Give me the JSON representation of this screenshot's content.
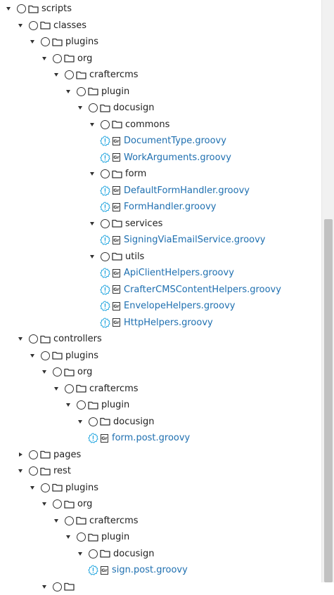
{
  "tree": [
    {
      "level": 0,
      "kind": "folder",
      "label": "scripts",
      "state": "expanded"
    },
    {
      "level": 1,
      "kind": "folder",
      "label": "classes",
      "state": "expanded"
    },
    {
      "level": 2,
      "kind": "folder",
      "label": "plugins",
      "state": "expanded"
    },
    {
      "level": 3,
      "kind": "folder",
      "label": "org",
      "state": "expanded"
    },
    {
      "level": 4,
      "kind": "folder",
      "label": "craftercms",
      "state": "expanded"
    },
    {
      "level": 5,
      "kind": "folder",
      "label": "plugin",
      "state": "expanded"
    },
    {
      "level": 6,
      "kind": "folder",
      "label": "docusign",
      "state": "expanded"
    },
    {
      "level": 7,
      "kind": "folder",
      "label": "commons",
      "state": "expanded"
    },
    {
      "level": 8,
      "kind": "file",
      "label": "DocumentType.groovy",
      "badge": "Gr"
    },
    {
      "level": 8,
      "kind": "file",
      "label": "WorkArguments.groovy",
      "badge": "Gr"
    },
    {
      "level": 7,
      "kind": "folder",
      "label": "form",
      "state": "expanded"
    },
    {
      "level": 8,
      "kind": "file",
      "label": "DefaultFormHandler.groovy",
      "badge": "Gr"
    },
    {
      "level": 8,
      "kind": "file",
      "label": "FormHandler.groovy",
      "badge": "Gr"
    },
    {
      "level": 7,
      "kind": "folder",
      "label": "services",
      "state": "expanded"
    },
    {
      "level": 8,
      "kind": "file",
      "label": "SigningViaEmailService.groovy",
      "badge": "Gr"
    },
    {
      "level": 7,
      "kind": "folder",
      "label": "utils",
      "state": "expanded"
    },
    {
      "level": 8,
      "kind": "file",
      "label": "ApiClientHelpers.groovy",
      "badge": "Gr"
    },
    {
      "level": 8,
      "kind": "file",
      "label": "CrafterCMSContentHelpers.groovy",
      "badge": "Gr"
    },
    {
      "level": 8,
      "kind": "file",
      "label": "EnvelopeHelpers.groovy",
      "badge": "Gr"
    },
    {
      "level": 8,
      "kind": "file",
      "label": "HttpHelpers.groovy",
      "badge": "Gr"
    },
    {
      "level": 1,
      "kind": "folder",
      "label": "controllers",
      "state": "expanded"
    },
    {
      "level": 2,
      "kind": "folder",
      "label": "plugins",
      "state": "expanded"
    },
    {
      "level": 3,
      "kind": "folder",
      "label": "org",
      "state": "expanded"
    },
    {
      "level": 4,
      "kind": "folder",
      "label": "craftercms",
      "state": "expanded"
    },
    {
      "level": 5,
      "kind": "folder",
      "label": "plugin",
      "state": "expanded"
    },
    {
      "level": 6,
      "kind": "folder",
      "label": "docusign",
      "state": "expanded"
    },
    {
      "level": 7,
      "kind": "file",
      "label": "form.post.groovy",
      "badge": "Gr"
    },
    {
      "level": 1,
      "kind": "folder",
      "label": "pages",
      "state": "collapsed"
    },
    {
      "level": 1,
      "kind": "folder",
      "label": "rest",
      "state": "expanded"
    },
    {
      "level": 2,
      "kind": "folder",
      "label": "plugins",
      "state": "expanded"
    },
    {
      "level": 3,
      "kind": "folder",
      "label": "org",
      "state": "expanded"
    },
    {
      "level": 4,
      "kind": "folder",
      "label": "craftercms",
      "state": "expanded"
    },
    {
      "level": 5,
      "kind": "folder",
      "label": "plugin",
      "state": "expanded"
    },
    {
      "level": 6,
      "kind": "folder",
      "label": "docusign",
      "state": "expanded"
    },
    {
      "level": 7,
      "kind": "file",
      "label": "sign.post.groovy",
      "badge": "Gr"
    },
    {
      "level": 3,
      "kind": "folder",
      "label": "",
      "state": "expanded"
    }
  ],
  "colors": {
    "text": "#1f1f1f",
    "file_link": "#1e6fb0",
    "warning_icon": "#29a8e0",
    "icon": "#333333"
  },
  "icons": {
    "expanded": "caret-down-icon",
    "collapsed": "caret-right-icon",
    "folder": "folder-icon",
    "select": "radio-circle-icon",
    "warning": "alert-badge-icon",
    "file_type": "groovy-file-icon"
  }
}
